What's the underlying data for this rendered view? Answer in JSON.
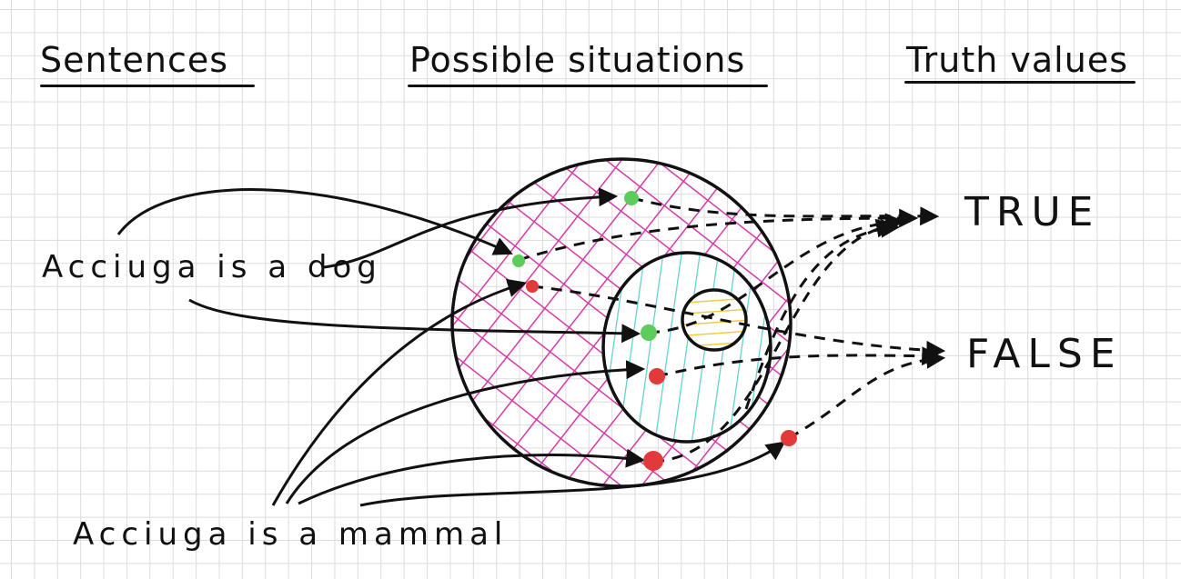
{
  "headings": {
    "sentences": "Sentences",
    "situations": "Possible situations",
    "truth_values": "Truth values"
  },
  "sentences": {
    "dog": "Acciuga is a dog",
    "mammal": "Acciuga is a mammal"
  },
  "truth_values": {
    "true_label": "TRUE",
    "false_label": "FALSE"
  },
  "colors": {
    "ink": "#111111",
    "hatch_outer": "#d63aa8",
    "hatch_middle": "#5ccfcf",
    "hatch_inner": "#f3cc3c",
    "true_dot": "#5ccc5c",
    "false_dot": "#e23a3a"
  }
}
